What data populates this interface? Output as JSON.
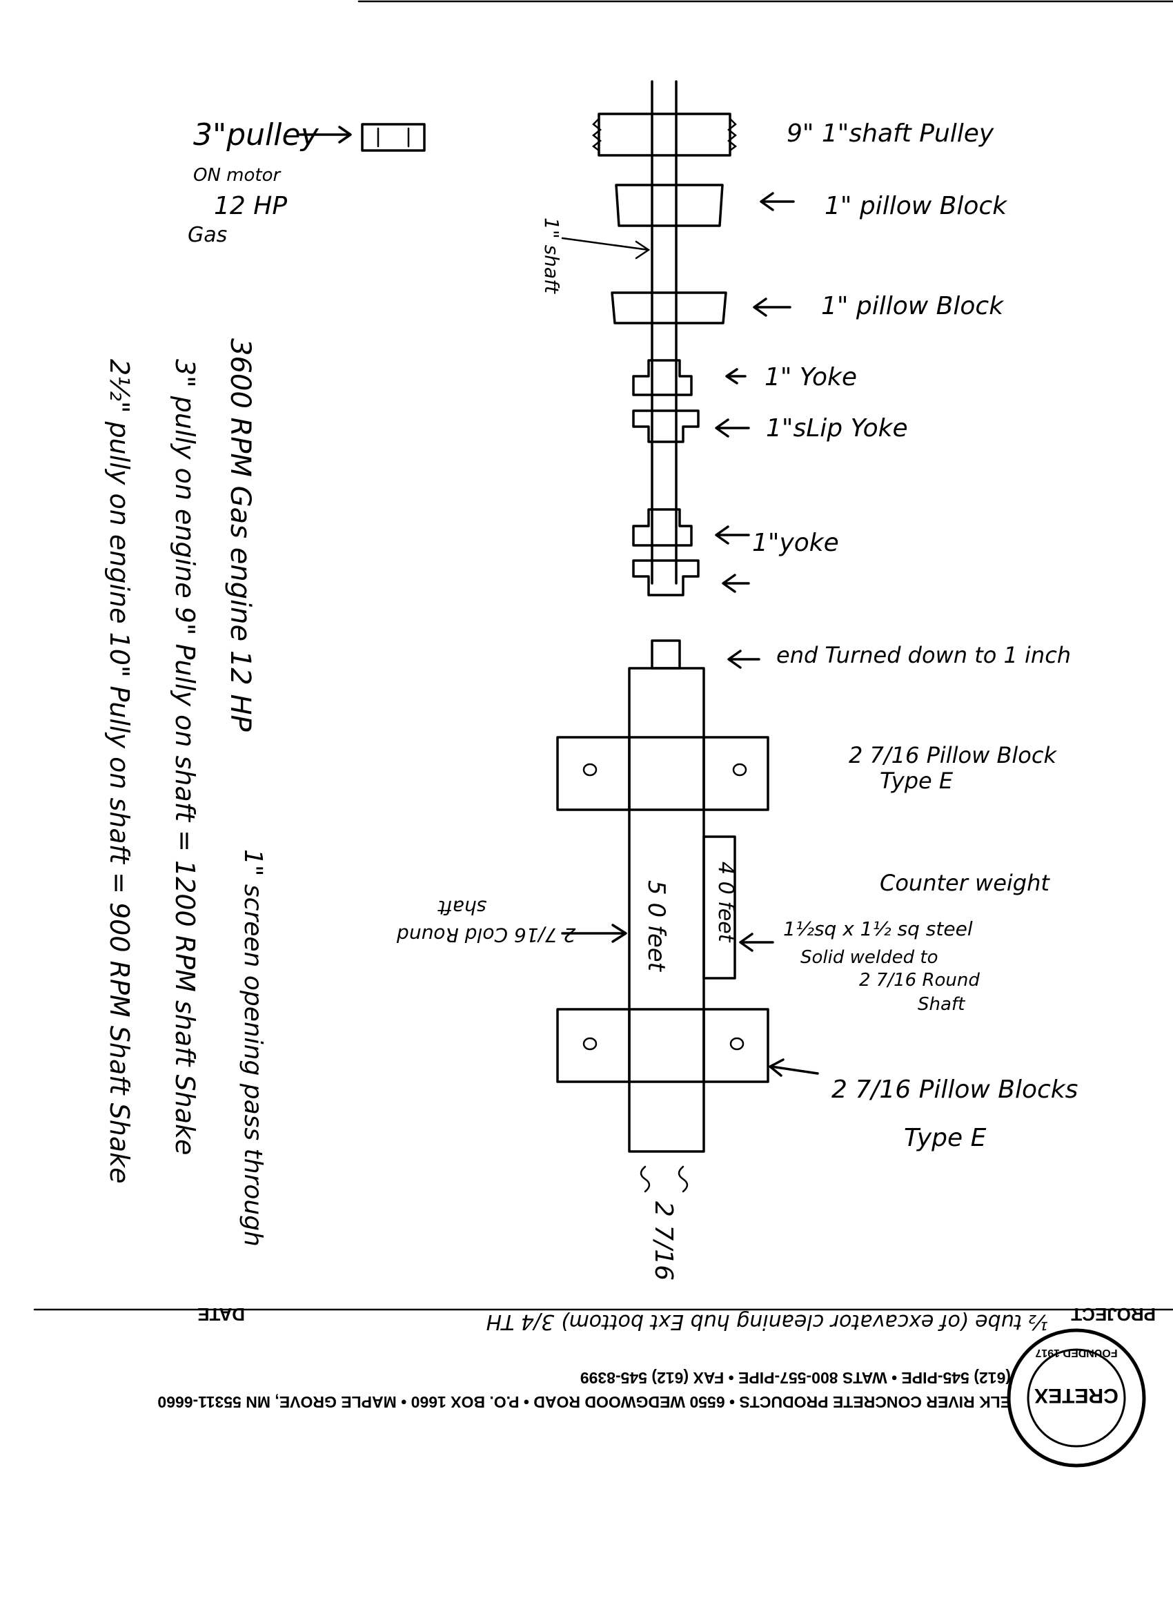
{
  "labels": {
    "motor_pulley": "3\"pulley",
    "on_motor": "ON motor",
    "motor_hp": "12 HP",
    "motor_gas": "Gas",
    "shaft_pulley": "9\"   1\"shaft Pulley",
    "pillow_block_1": "1\"  pillow Block",
    "pillow_block_2": "1\"  pillow Block",
    "shaft_side": "1\" shaft",
    "yoke_1": "1\" Yoke",
    "slip_yoke": "1\"sLip Yoke",
    "yoke_2": "1\"yoke",
    "end_turned": "end Turned down to 1 inch",
    "big_block_top_1": "2 7/16 Pillow Block",
    "big_block_top_2": "Type E",
    "counter_weight": "Counter weight",
    "steel_1": "1½sq x 1½ sq steel",
    "steel_2": "Solid welded to",
    "steel_3": "2 7/16 Round",
    "steel_4": "Shaft",
    "round_shaft_1": "2 7/16 Cold Round",
    "round_shaft_2": "shaft",
    "shaft_len": "5 0 feet",
    "weight_len": "4 0 feet",
    "big_block_bot_1": "2 7/16 Pillow Blocks",
    "big_block_bot_2": "Type E",
    "bottom_dim": "2 7/16"
  },
  "notes": {
    "n1": "3600 RPM Gas engine 12 HP",
    "n2": "3\" pully on engine   9\" Pully on shaft =  1200 RPM shaft Shake",
    "n3": "2½\" pully on engine   10\" Pully on shaft =  900 RPM Shaft Shake",
    "n4": "1\" screen opening pass through"
  },
  "footer": {
    "project_label": "PROJECT",
    "date_label": "DATE",
    "handwritten": "½ tube  (of excavator cleaning hub Ext bottom)  3/4 TH",
    "company_line": "ELK RIVER CONCRETE PRODUCTS • 6550 WEDGWOOD ROAD • P.O. BOX 1660 • MAPLE GROVE, MN 55311-6660",
    "phone_line": "(612) 545-PIPE • WATS 800-557-PIPE • FAX (612) 545-8399",
    "logo_text": "CRETEX",
    "logo_founded": "FOUNDED 1917"
  }
}
